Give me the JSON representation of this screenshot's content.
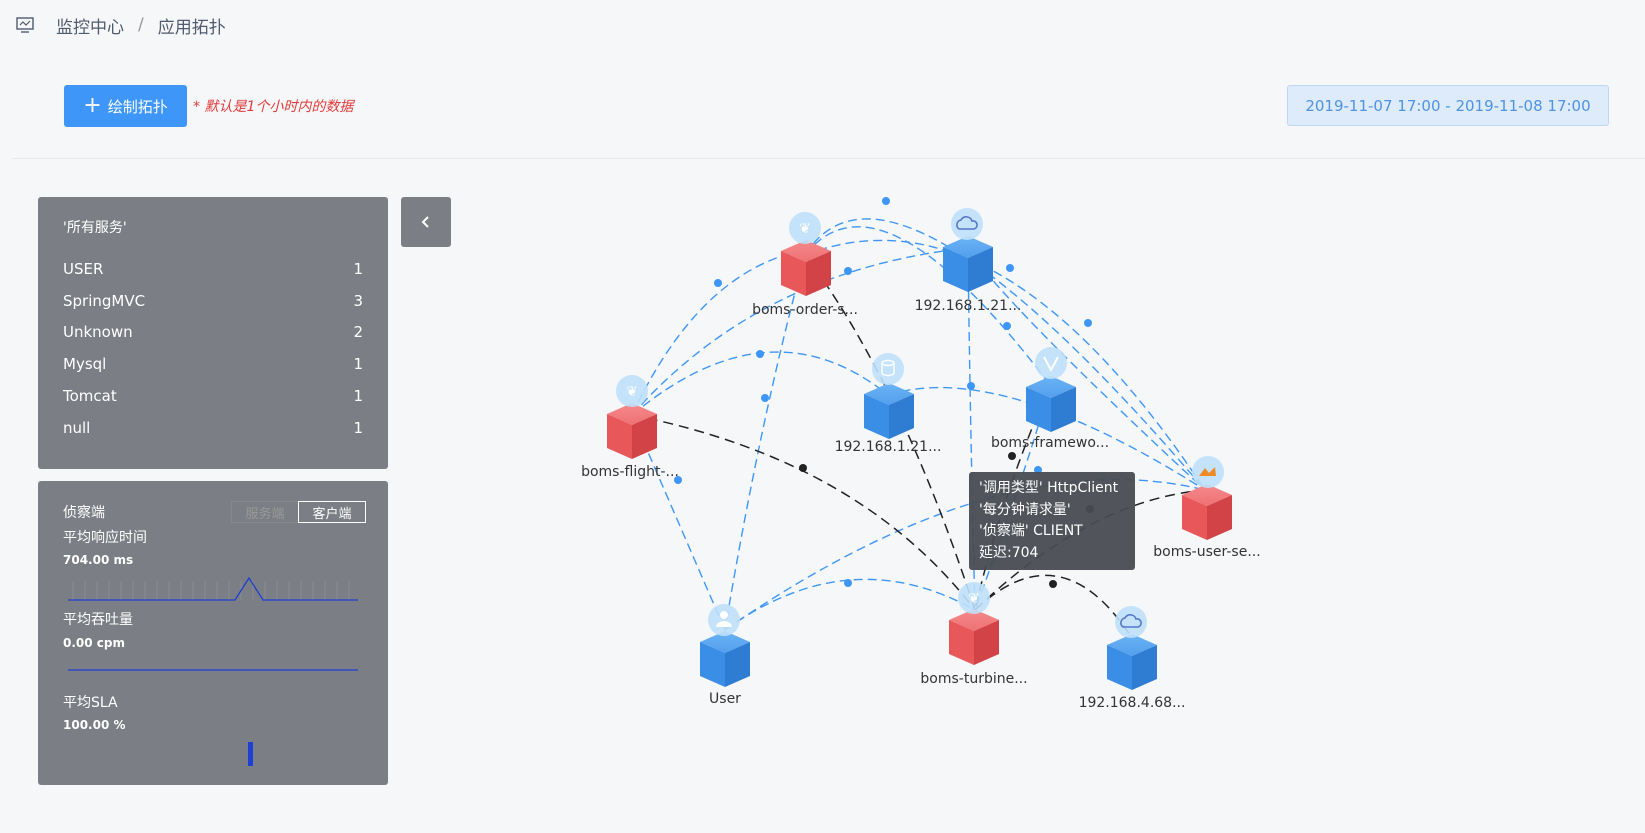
{
  "breadcrumb": {
    "root": "监控中心",
    "separator": "/",
    "current": "应用拓扑"
  },
  "toolbar": {
    "draw_label": "绘制拓扑",
    "hint": "* 默认是1个小时内的数据",
    "date_range": "2019-11-07 17:00 - 2019-11-08 17:00"
  },
  "services": {
    "title": "'所有服务'",
    "items": [
      {
        "name": "USER",
        "count": "1"
      },
      {
        "name": "SpringMVC",
        "count": "3"
      },
      {
        "name": "Unknown",
        "count": "2"
      },
      {
        "name": "Mysql",
        "count": "1"
      },
      {
        "name": "Tomcat",
        "count": "1"
      },
      {
        "name": "null",
        "count": "1"
      }
    ]
  },
  "metrics": {
    "probe_label": "侦察端",
    "server_tab": "服务端",
    "client_tab": "客户端",
    "response_label": "平均响应时间",
    "response_value": "704.00 ms",
    "throughput_label": "平均吞吐量",
    "throughput_value": "0.00 cpm",
    "sla_label": "平均SLA",
    "sla_value": "100.00 %",
    "sla_level": 1.0
  },
  "colors": {
    "accent": "#3e97f8",
    "error_node": "#e8575a",
    "ok_node": "#3a8ee6",
    "edge": "#3e97f8",
    "selected_edge": "#222222"
  },
  "graph_nodes": [
    {
      "label": "boms-order-s...",
      "kind": "red",
      "icon": "leaf-icon"
    },
    {
      "label": "192.168.1.21...",
      "kind": "blue",
      "icon": "cloud-icon"
    },
    {
      "label": "boms-flight-...",
      "kind": "red",
      "icon": "leaf-icon"
    },
    {
      "label": "192.168.1.21...",
      "kind": "blue",
      "icon": "database-icon"
    },
    {
      "label": "boms-framewo...",
      "kind": "blue",
      "icon": "vue-icon"
    },
    {
      "label": "boms-user-se...",
      "kind": "red",
      "icon": "tomcat-icon"
    },
    {
      "label": "User",
      "kind": "blue",
      "icon": "user-icon"
    },
    {
      "label": "boms-turbine...",
      "kind": "red",
      "icon": "leaf-icon"
    },
    {
      "label": "192.168.4.68...",
      "kind": "blue",
      "icon": "cloud-icon"
    }
  ],
  "tooltip": {
    "call_type": "'调用类型' HttpClient",
    "rpm": "'每分钟请求量'",
    "probe": "'侦察端' CLIENT",
    "latency": "延迟:704"
  }
}
